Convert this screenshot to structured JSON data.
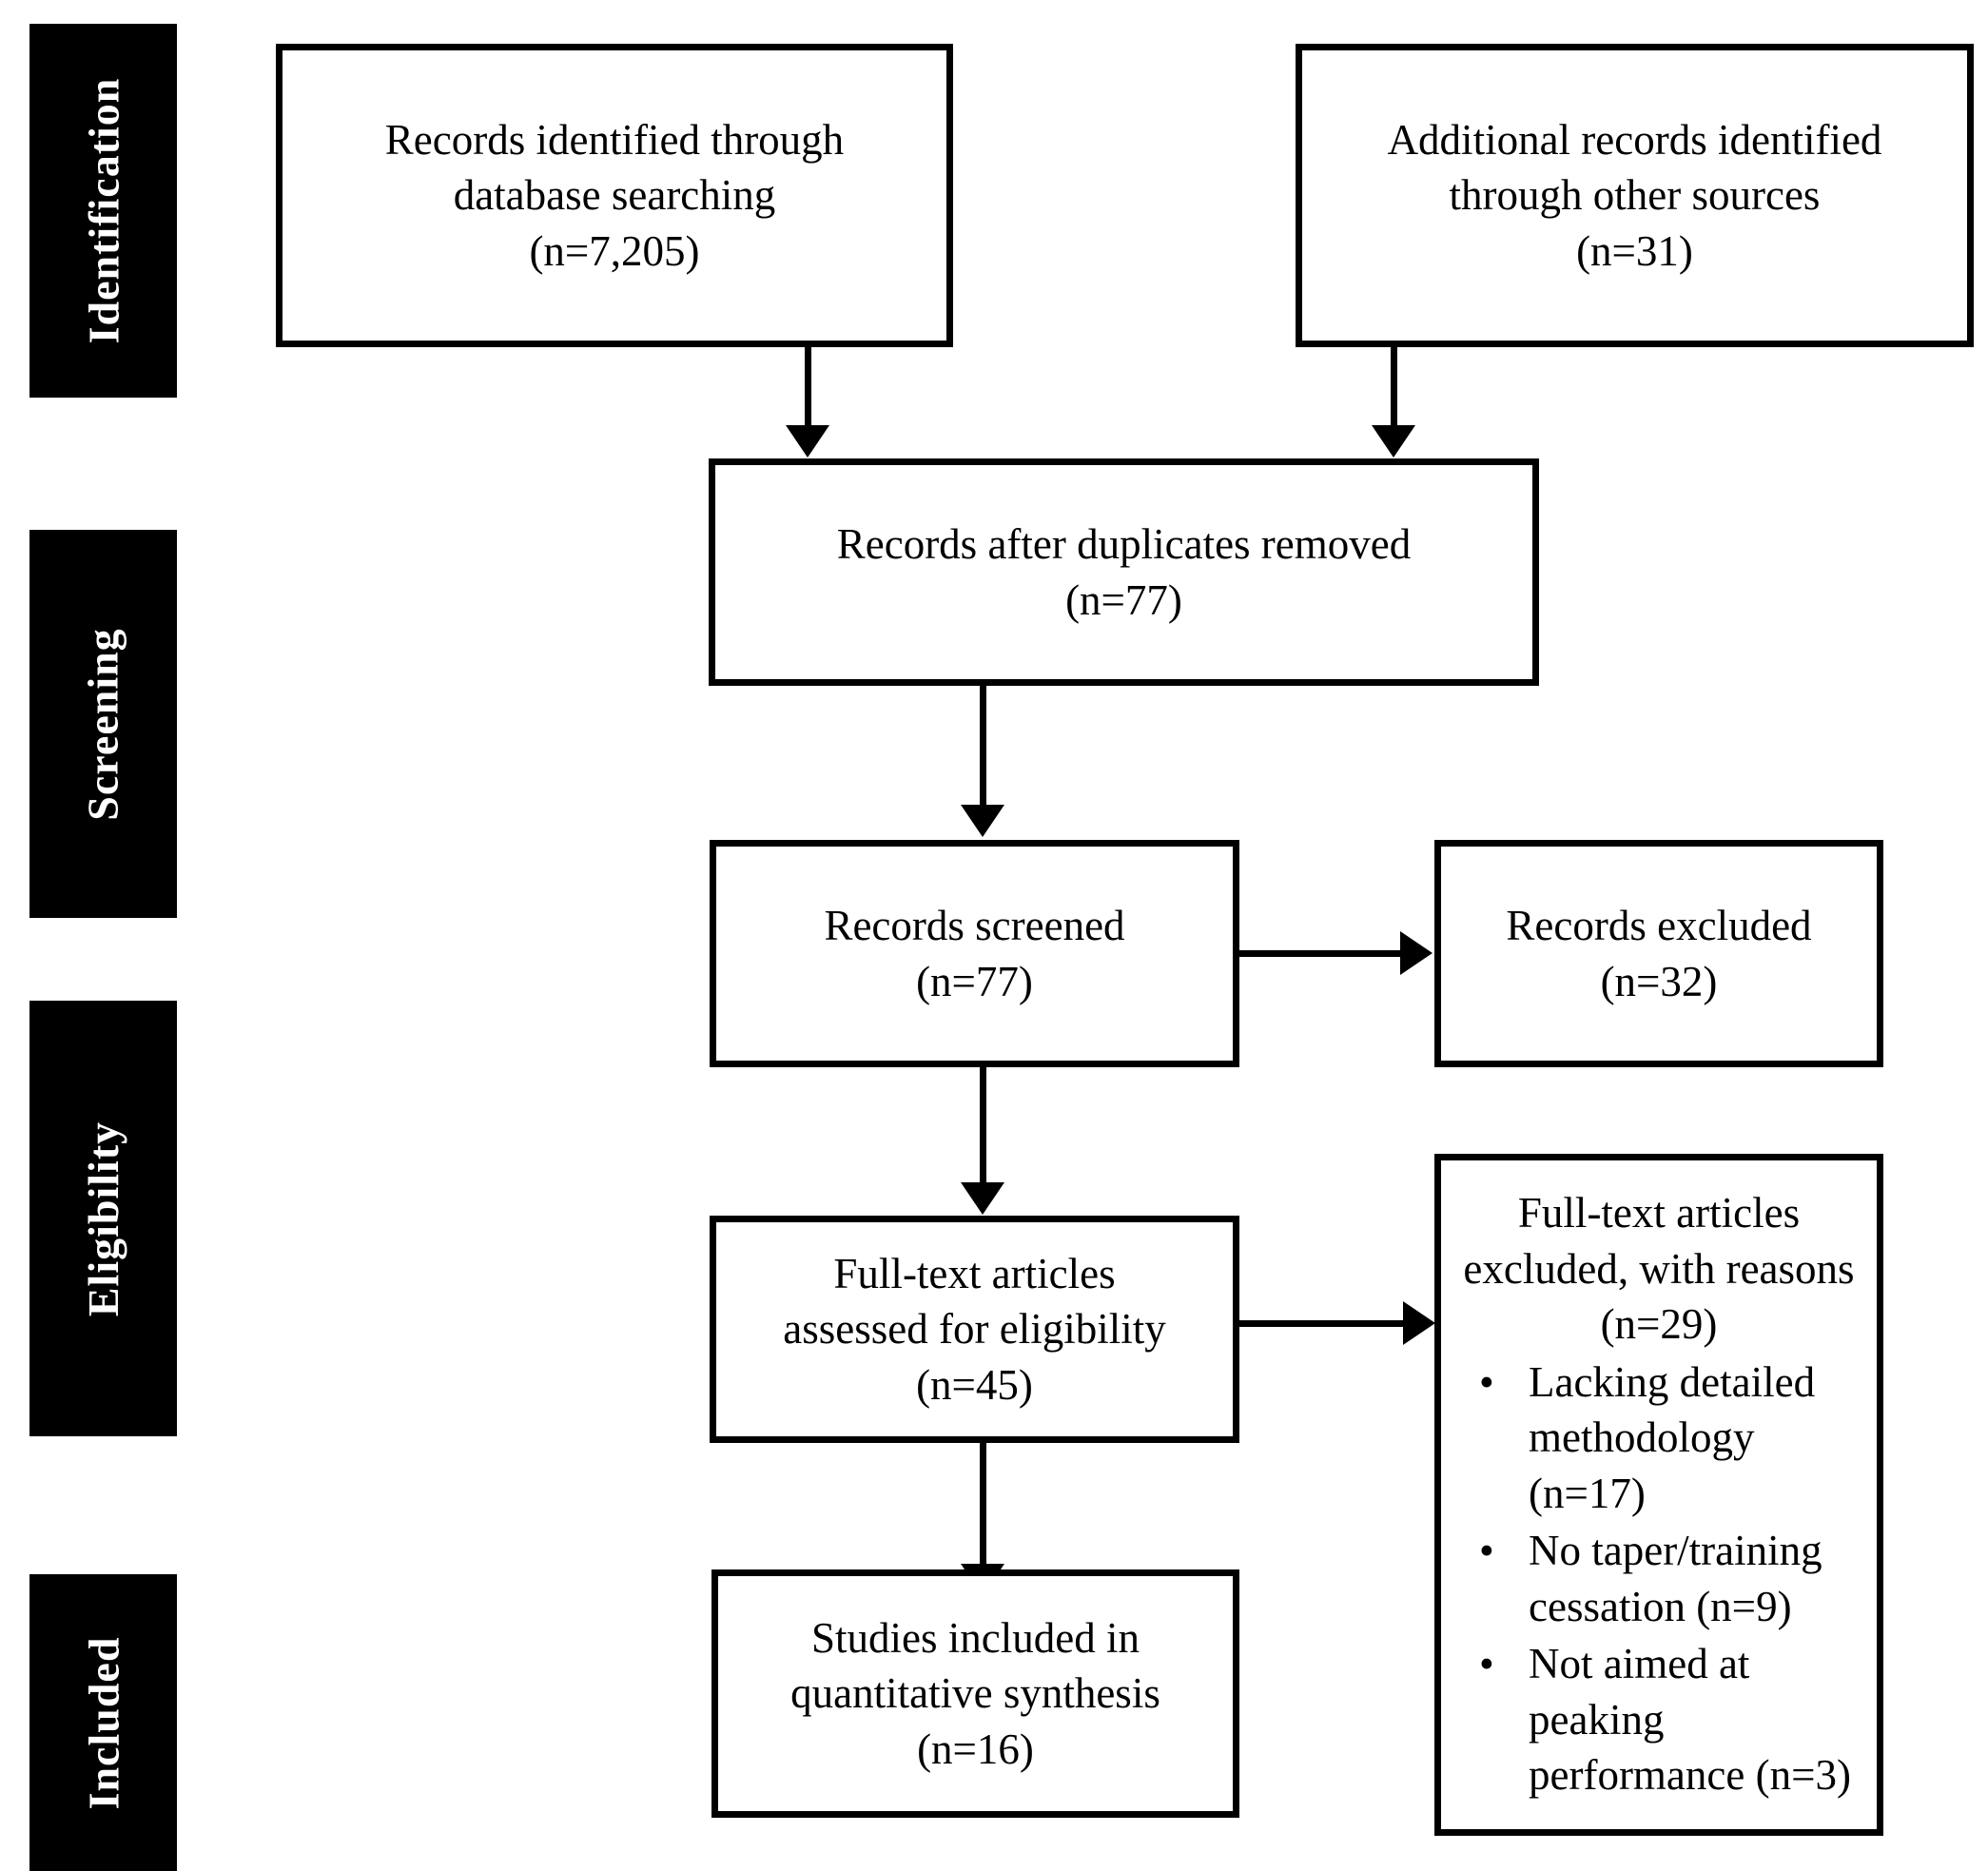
{
  "diagram": {
    "title": "PRISMA flow diagram",
    "colors": {
      "bar_background": "#000000",
      "bar_text": "#ffffff",
      "box_border": "#000000",
      "box_background": "#ffffff",
      "connector": "#000000"
    }
  },
  "stages": [
    {
      "id": "identification",
      "label": "Identification"
    },
    {
      "id": "screening",
      "label": "Screening"
    },
    {
      "id": "eligibility",
      "label": "Eligibility"
    },
    {
      "id": "included",
      "label": "Included"
    }
  ],
  "boxes": {
    "database_search": {
      "line1": "Records identified through",
      "line2": "database searching",
      "line3": "(n=7,205)"
    },
    "other_sources": {
      "line1": "Additional records identified",
      "line2": "through other sources",
      "line3": "(n=31)"
    },
    "duplicates_removed": {
      "line1": "Records after duplicates removed",
      "line2": "(n=77)"
    },
    "records_screened": {
      "line1": "Records screened",
      "line2": "(n=77)"
    },
    "records_excluded": {
      "line1": "Records excluded",
      "line2": "(n=32)"
    },
    "fulltext_assessed": {
      "line1": "Full-text articles",
      "line2": "assessed for eligibility",
      "line3": "(n=45)"
    },
    "fulltext_excluded": {
      "line1": "Full-text articles",
      "line2": "excluded, with reasons",
      "line3": "(n=29)",
      "bullet_glyph": "•",
      "reasons": [
        "Lacking detailed methodology (n=17)",
        "No taper/training cessation (n=9)",
        "Not aimed at peaking performance (n=3)"
      ]
    },
    "studies_included": {
      "line1": "Studies included in",
      "line2": "quantitative synthesis",
      "line3": "(n=16)"
    }
  },
  "chart_data": {
    "type": "diagram",
    "title": "PRISMA flow diagram",
    "nodes": [
      {
        "id": "database_search",
        "stage": "Identification",
        "label": "Records identified through database searching",
        "n": 7205
      },
      {
        "id": "other_sources",
        "stage": "Identification",
        "label": "Additional records identified through other sources",
        "n": 31
      },
      {
        "id": "duplicates_removed",
        "stage": "Screening",
        "label": "Records after duplicates removed",
        "n": 77
      },
      {
        "id": "records_screened",
        "stage": "Screening",
        "label": "Records screened",
        "n": 77
      },
      {
        "id": "records_excluded",
        "stage": "Screening",
        "label": "Records excluded",
        "n": 32
      },
      {
        "id": "fulltext_assessed",
        "stage": "Eligibility",
        "label": "Full-text articles assessed for eligibility",
        "n": 45
      },
      {
        "id": "fulltext_excluded",
        "stage": "Eligibility",
        "label": "Full-text articles excluded, with reasons",
        "n": 29,
        "reasons": [
          {
            "label": "Lacking detailed methodology",
            "n": 17
          },
          {
            "label": "No taper/training cessation",
            "n": 9
          },
          {
            "label": "Not aimed at peaking performance",
            "n": 3
          }
        ]
      },
      {
        "id": "studies_included",
        "stage": "Included",
        "label": "Studies included in quantitative synthesis",
        "n": 16
      }
    ],
    "edges": [
      {
        "from": "database_search",
        "to": "duplicates_removed"
      },
      {
        "from": "other_sources",
        "to": "duplicates_removed"
      },
      {
        "from": "duplicates_removed",
        "to": "records_screened"
      },
      {
        "from": "records_screened",
        "to": "records_excluded"
      },
      {
        "from": "records_screened",
        "to": "fulltext_assessed"
      },
      {
        "from": "fulltext_assessed",
        "to": "fulltext_excluded"
      },
      {
        "from": "fulltext_assessed",
        "to": "studies_included"
      }
    ]
  }
}
